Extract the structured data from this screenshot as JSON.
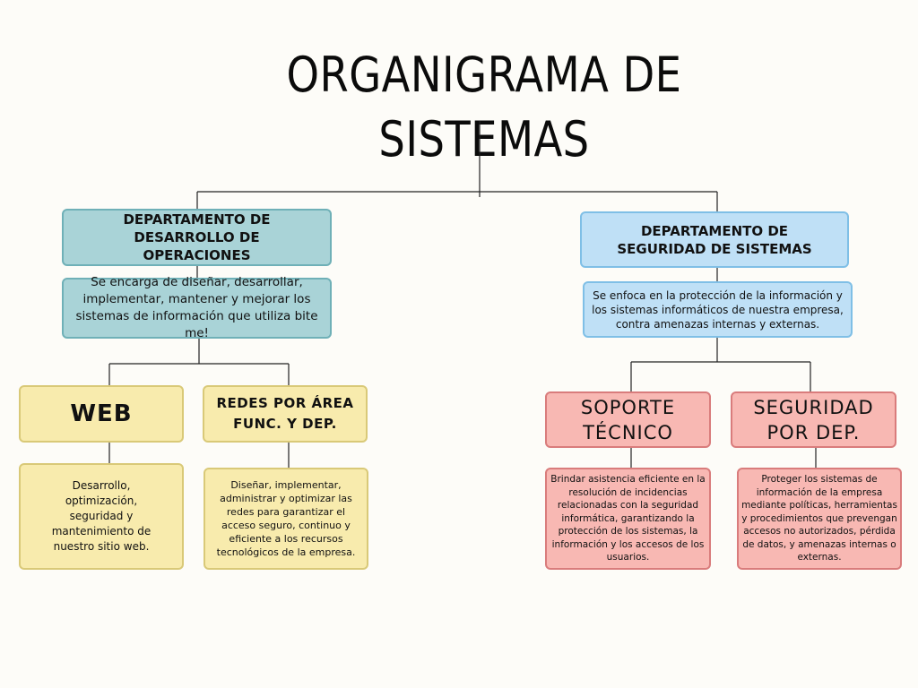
{
  "title": "ORGANIGRAMA DE SISTEMAS",
  "left_department": {
    "heading": "DEPARTAMENTO DE DESARROLLO DE OPERACIONES",
    "description": "Se encarga de diseñar, desarrollar, implementar, mantener y mejorar los sistemas de información que utiliza bite me!",
    "units": [
      {
        "heading": "WEB",
        "description": "Desarrollo, optimización, seguridad y mantenimiento de nuestro sitio web."
      },
      {
        "heading": "REDES POR ÁREA FUNC. Y DEP.",
        "description": "Diseñar, implementar, administrar y optimizar las redes para garantizar el acceso seguro, continuo y eficiente a los recursos tecnológicos de la empresa."
      }
    ]
  },
  "right_department": {
    "heading": "DEPARTAMENTO DE SEGURIDAD DE SISTEMAS",
    "description": "Se enfoca en la protección de la información y los sistemas informáticos de nuestra empresa, contra amenazas internas y externas.",
    "units": [
      {
        "heading": "SOPORTE TÉCNICO",
        "description": "Brindar asistencia eficiente en la resolución de incidencias relacionadas con la seguridad informática, garantizando la protección de los sistemas, la información y los accesos de los usuarios."
      },
      {
        "heading": "SEGURIDAD POR DEP.",
        "description": "Proteger los sistemas de información de la empresa mediante políticas, herramientas y procedimientos que prevengan accesos no autorizados, pérdida de datos, y amenazas internas o externas."
      }
    ]
  },
  "colors": {
    "teal": "#a9d3d7",
    "blue": "#bfe0f6",
    "yellow": "#f8ebad",
    "pink": "#f8b8b3",
    "line": "#222222"
  }
}
